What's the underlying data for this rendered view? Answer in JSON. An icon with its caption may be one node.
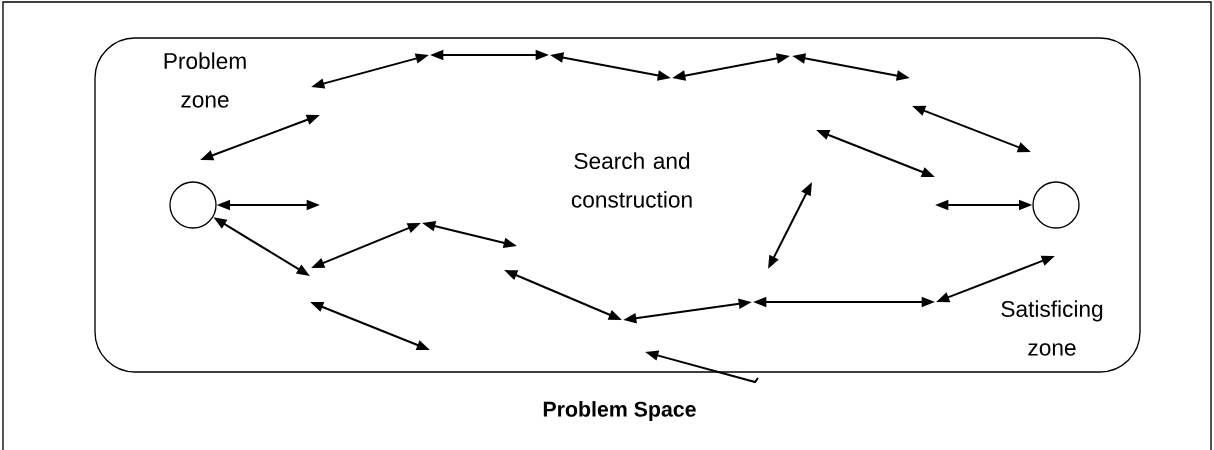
{
  "diagram": {
    "nodes": [
      {
        "text": [
          "Problem Space"
        ]
      },
      {
        "text": [],
        "shape": "circle",
        "in": 0
      },
      {
        "text": [],
        "shape": "circle",
        "in": 0
      }
    ],
    "edges": [
      {
        "from": 1,
        "to": null,
        "arrow": "both"
      },
      {
        "from": 1,
        "to": null,
        "arrow": "both"
      },
      {
        "from": null,
        "to": 2,
        "arrow": "both"
      }
    ],
    "labels": [
      "Problem zone",
      "Search and construction",
      "Satisficing zone"
    ]
  }
}
